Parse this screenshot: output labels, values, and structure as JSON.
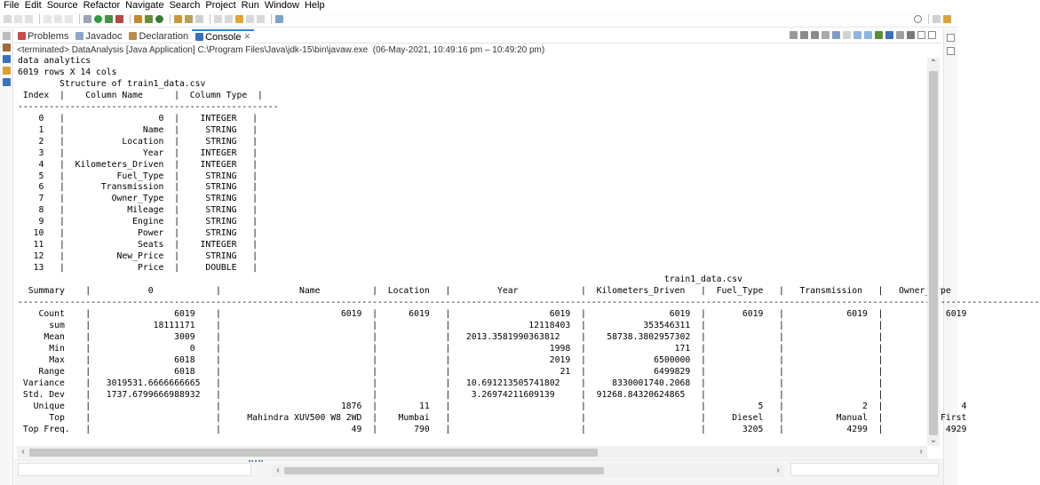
{
  "menu": [
    "File",
    "Edit",
    "Source",
    "Refactor",
    "Navigate",
    "Search",
    "Project",
    "Run",
    "Window",
    "Help"
  ],
  "tabs": [
    {
      "label": "Problems",
      "icon": "problems-icon",
      "active": false
    },
    {
      "label": "Javadoc",
      "icon": "javadoc-icon",
      "active": false
    },
    {
      "label": "Declaration",
      "icon": "declaration-icon",
      "active": false
    },
    {
      "label": "Console",
      "icon": "console-icon",
      "active": true,
      "close": "✕"
    }
  ],
  "terminated_line": "<terminated> DataAnalysis [Java Application] C:\\Program Files\\Java\\jdk-15\\bin\\javaw.exe  (06-May-2021, 10:49:16 pm – 10:49:20 pm)",
  "console": {
    "lines": [
      "data analytics",
      "6019 rows X 14 cols",
      "        Structure of train1_data.csv",
      " Index  |    Column Name      |  Column Type  |",
      "--------------------------------------------------",
      "    0   |                  0  |    INTEGER   |",
      "    1   |               Name  |     STRING   |",
      "    2   |           Location  |     STRING   |",
      "    3   |               Year  |    INTEGER   |",
      "    4   |  Kilometers_Driven  |    INTEGER   |",
      "    5   |          Fuel_Type  |     STRING   |",
      "    6   |       Transmission  |     STRING   |",
      "    7   |         Owner_Type  |     STRING   |",
      "    8   |            Mileage  |     STRING   |",
      "    9   |             Engine  |     STRING   |",
      "   10   |              Power  |     STRING   |",
      "   11   |              Seats  |    INTEGER   |",
      "   12   |          New_Price  |     STRING   |",
      "   13   |              Price  |     DOUBLE   |",
      "                                                                                                                            train1_data.csv",
      "  Summary    |           0            |               Name          |  Location   |         Year            |  Kilometers_Driven   |  Fuel_Type   |   Transmission   |   Owner_Type",
      "----------------------------------------------------------------------------------------------------------------------------------------------------------------------------------------------------",
      "    Count    |                6019    |                       6019  |      6019   |                   6019  |                6019  |       6019   |            6019  |            6019",
      "      sum    |            18111171    |                             |             |               12118403  |           353546311  |              |                  |",
      "     Mean    |                3009    |                             |             |   2013.3581990363812    |    58738.3802957302  |              |                  |",
      "      Min    |                   0    |                             |             |                   1998  |                 171  |              |                  |",
      "      Max    |                6018    |                             |             |                   2019  |             6500000  |              |                  |",
      "    Range    |                6018    |                             |             |                     21  |             6499829  |              |                  |",
      " Variance    |   3019531.6666666665   |                             |             |   10.691213505741802    |     8330001740.2068  |              |                  |",
      " Std. Dev    |   1737.6799666988932   |                             |             |    3.26974211609139     |  91268.84320624865   |              |                  |",
      "   Unique    |                        |                       1876  |        11   |                         |                      |          5   |               2  |               4",
      "      Top    |                        |     Mahindra XUV500 W8 2WD  |    Mumbai   |                         |                      |     Diesel   |          Manual  |           First",
      " Top Freq.   |                        |                         49  |       790   |                         |                      |       3205   |            4299  |            4929"
    ]
  }
}
